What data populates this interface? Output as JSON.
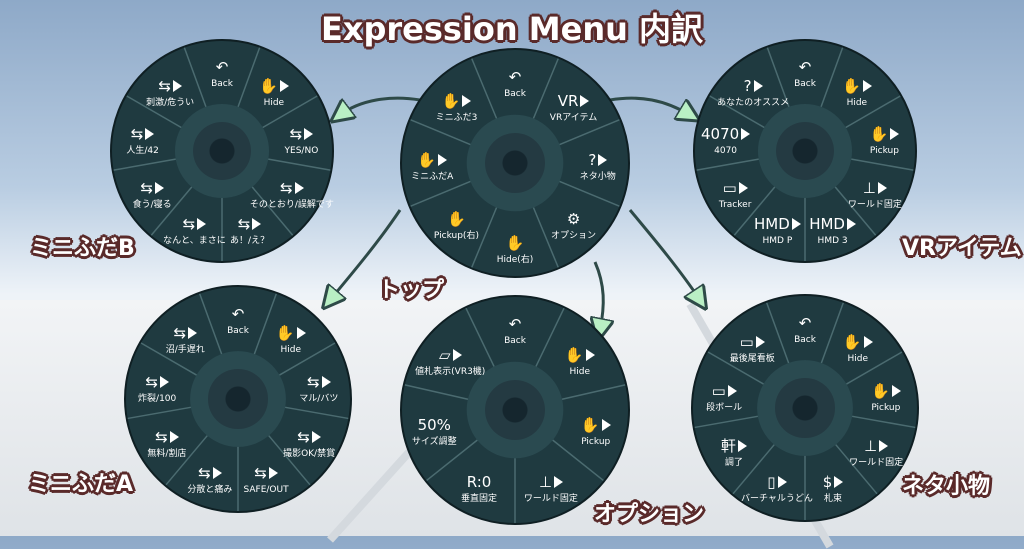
{
  "title": "Expression Menu 内訳",
  "colors": {
    "outer": "#1f3a40",
    "ring": "#2a4a50",
    "divider": "#4b6b70",
    "arrow": "#2e4a48",
    "arrow_head": "#b9efc4"
  },
  "menus": [
    {
      "id": "top",
      "caption": "トップ",
      "items": [
        {
          "label": "Back",
          "icon": "back-arrow-icon",
          "glyph": "↶",
          "submenu": false
        },
        {
          "label": "VRアイテム",
          "icon": "vr-hand-icon",
          "glyph": "VR",
          "submenu": true
        },
        {
          "label": "ネタ小物",
          "icon": "question-hand-icon",
          "glyph": "?",
          "submenu": true
        },
        {
          "label": "オプション",
          "icon": "gear-icon",
          "glyph": "⚙",
          "submenu": false
        },
        {
          "label": "Hide(右)",
          "icon": "hand-hide-icon",
          "glyph": "✋",
          "submenu": false
        },
        {
          "label": "Pickup(右)",
          "icon": "hand-pickup-icon",
          "glyph": "✋",
          "submenu": false
        },
        {
          "label": "ミニふだA",
          "icon": "card-hand-icon",
          "glyph": "✋",
          "submenu": true
        },
        {
          "label": "ミニふだ3",
          "icon": "card-hand-icon",
          "glyph": "✋",
          "submenu": true
        }
      ]
    },
    {
      "id": "mini-b",
      "caption": "ミニふだB",
      "items": [
        {
          "label": "Back",
          "icon": "back-arrow-icon",
          "glyph": "↶",
          "submenu": false
        },
        {
          "label": "Hide",
          "icon": "hand-hide-icon",
          "glyph": "✋",
          "submenu": true
        },
        {
          "label": "YES/NO",
          "icon": "swap-arrows-icon",
          "glyph": "⇆",
          "submenu": true
        },
        {
          "label": "そのとおり/誤解です",
          "icon": "swap-arrows-icon",
          "glyph": "⇆",
          "submenu": true
        },
        {
          "label": "あ！/え？",
          "icon": "swap-arrows-icon",
          "glyph": "⇆",
          "submenu": true
        },
        {
          "label": "なんと、まさに",
          "icon": "swap-arrows-icon",
          "glyph": "⇆",
          "submenu": true
        },
        {
          "label": "食う/寝る",
          "icon": "swap-arrows-icon",
          "glyph": "⇆",
          "submenu": true
        },
        {
          "label": "人生/42",
          "icon": "swap-arrows-icon",
          "glyph": "⇆",
          "submenu": true
        },
        {
          "label": "刺激/危うい",
          "icon": "swap-arrows-icon",
          "glyph": "⇆",
          "submenu": true
        }
      ]
    },
    {
      "id": "vr-item",
      "caption": "VRアイテム",
      "items": [
        {
          "label": "Back",
          "icon": "back-arrow-icon",
          "glyph": "↶",
          "submenu": false
        },
        {
          "label": "Hide",
          "icon": "hand-hide-icon",
          "glyph": "✋",
          "submenu": true
        },
        {
          "label": "Pickup",
          "icon": "hand-pickup-icon",
          "glyph": "✋",
          "submenu": true
        },
        {
          "label": "ワールド固定",
          "icon": "world-fix-icon",
          "glyph": "⊥",
          "submenu": true
        },
        {
          "label": "HMD 3",
          "icon": "hmd-icon",
          "glyph": "HMD",
          "submenu": true
        },
        {
          "label": "HMD P",
          "icon": "hmd-icon",
          "glyph": "HMD",
          "submenu": true
        },
        {
          "label": "Tracker",
          "icon": "tracker-icon",
          "glyph": "▭",
          "submenu": true
        },
        {
          "label": "4070",
          "icon": "gpu-icon",
          "glyph": "4070",
          "submenu": true
        },
        {
          "label": "あなたのオススメ",
          "icon": "question-icon",
          "glyph": "?",
          "submenu": true
        }
      ]
    },
    {
      "id": "mini-a",
      "caption": "ミニふだA",
      "items": [
        {
          "label": "Back",
          "icon": "back-arrow-icon",
          "glyph": "↶",
          "submenu": false
        },
        {
          "label": "Hide",
          "icon": "hand-hide-icon",
          "glyph": "✋",
          "submenu": true
        },
        {
          "label": "マル/バツ",
          "icon": "swap-arrows-icon",
          "glyph": "⇆",
          "submenu": true
        },
        {
          "label": "撮影OK/禁賞",
          "icon": "swap-arrows-icon",
          "glyph": "⇆",
          "submenu": true
        },
        {
          "label": "SAFE/OUT",
          "icon": "swap-arrows-icon",
          "glyph": "⇆",
          "submenu": true
        },
        {
          "label": "分散と痛み",
          "icon": "swap-arrows-icon",
          "glyph": "⇆",
          "submenu": true
        },
        {
          "label": "無料/割店",
          "icon": "swap-arrows-icon",
          "glyph": "⇆",
          "submenu": true
        },
        {
          "label": "炸裂/100",
          "icon": "swap-arrows-icon",
          "glyph": "⇆",
          "submenu": true
        },
        {
          "label": "沼/手遅れ",
          "icon": "swap-arrows-icon",
          "glyph": "⇆",
          "submenu": true
        }
      ]
    },
    {
      "id": "option",
      "caption": "オプション",
      "items": [
        {
          "label": "Back",
          "icon": "back-arrow-icon",
          "glyph": "↶",
          "submenu": false
        },
        {
          "label": "Hide",
          "icon": "hand-hide-icon",
          "glyph": "✋",
          "submenu": true
        },
        {
          "label": "Pickup",
          "icon": "hand-pickup-icon",
          "glyph": "✋",
          "submenu": true
        },
        {
          "label": "ワールド固定",
          "icon": "world-fix-icon",
          "glyph": "⊥",
          "submenu": true
        },
        {
          "label": "垂直固定",
          "icon": "vertical-fix-icon",
          "glyph": "R:0",
          "submenu": false
        },
        {
          "label": "サイズ調整",
          "icon": "size-icon",
          "glyph": "50%",
          "submenu": false
        },
        {
          "label": "値札表示(VR3機)",
          "icon": "price-tag-icon",
          "glyph": "▱",
          "submenu": true
        }
      ]
    },
    {
      "id": "neta",
      "caption": "ネタ小物",
      "items": [
        {
          "label": "Back",
          "icon": "back-arrow-icon",
          "glyph": "↶",
          "submenu": false
        },
        {
          "label": "Hide",
          "icon": "hand-hide-icon",
          "glyph": "✋",
          "submenu": true
        },
        {
          "label": "Pickup",
          "icon": "hand-pickup-icon",
          "glyph": "✋",
          "submenu": true
        },
        {
          "label": "ワールド固定",
          "icon": "world-fix-icon",
          "glyph": "⊥",
          "submenu": true
        },
        {
          "label": "札束",
          "icon": "money-icon",
          "glyph": "$",
          "submenu": true
        },
        {
          "label": "バーチャルうどん",
          "icon": "udon-icon",
          "glyph": "▯",
          "submenu": true
        },
        {
          "label": "調了",
          "icon": "cup-icon",
          "glyph": "軒",
          "submenu": true
        },
        {
          "label": "段ボール",
          "icon": "box-icon",
          "glyph": "▭",
          "submenu": true
        },
        {
          "label": "最後尾看板",
          "icon": "sign-icon",
          "glyph": "▭",
          "submenu": true
        }
      ]
    }
  ]
}
